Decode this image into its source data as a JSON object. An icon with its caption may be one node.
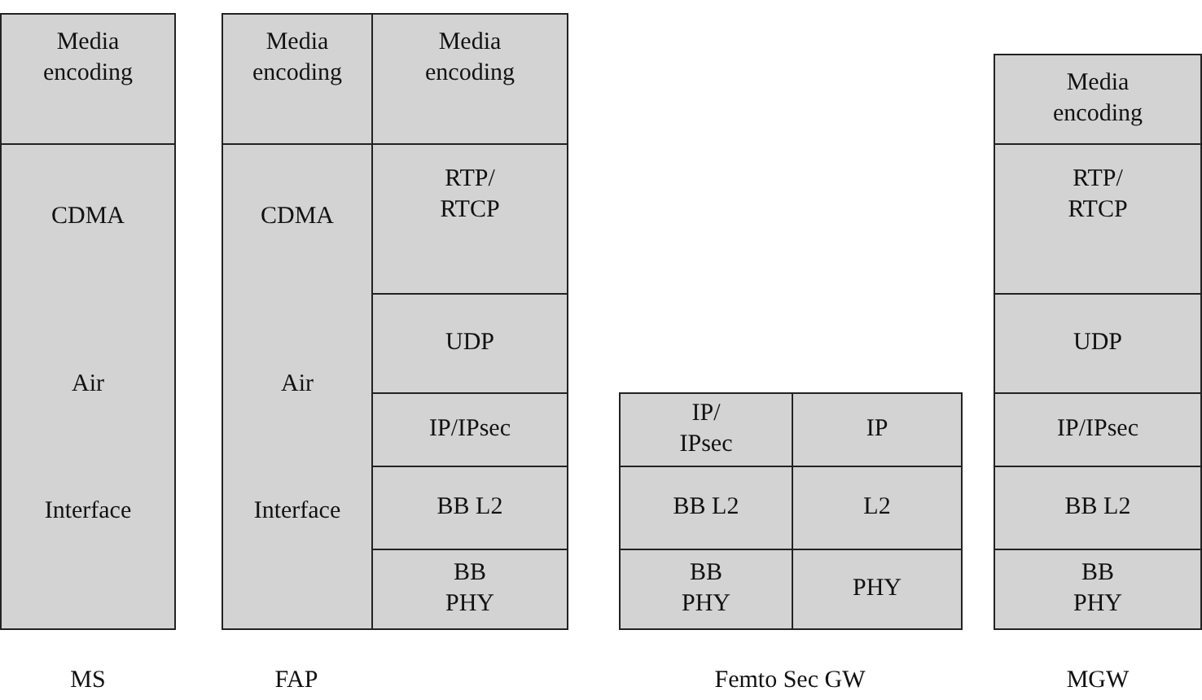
{
  "diagram": {
    "nodes": [
      {
        "text": [
          "Media encoding"
        ]
      },
      {
        "text": [
          "CDMA",
          "Air",
          "Interface"
        ]
      },
      {
        "text": [
          "Media encoding"
        ]
      },
      {
        "text": [
          "CDMA",
          "Air",
          "Interface"
        ]
      },
      {
        "text": [
          "Media encoding"
        ]
      },
      {
        "text": [
          "RTP/ RTCP"
        ]
      },
      {
        "text": [
          "UDP"
        ]
      },
      {
        "text": [
          "IP/IPsec"
        ]
      },
      {
        "text": [
          "BB L2"
        ]
      },
      {
        "text": [
          "BB PHY"
        ]
      },
      {
        "text": [
          "IP/ IPsec"
        ]
      },
      {
        "text": [
          "IP"
        ]
      },
      {
        "text": [
          "BB L2"
        ]
      },
      {
        "text": [
          "L2"
        ]
      },
      {
        "text": [
          "BB PHY"
        ]
      },
      {
        "text": [
          "PHY"
        ]
      },
      {
        "text": [
          "Media encoding"
        ]
      },
      {
        "text": [
          "RTP/ RTCP"
        ]
      },
      {
        "text": [
          "UDP"
        ]
      },
      {
        "text": [
          "IP/IPsec"
        ]
      },
      {
        "text": [
          "BB L2"
        ]
      },
      {
        "text": [
          "BB PHY"
        ]
      }
    ],
    "labels": [
      "MS",
      "FAP",
      "Femto Sec GW",
      "MGW"
    ]
  }
}
